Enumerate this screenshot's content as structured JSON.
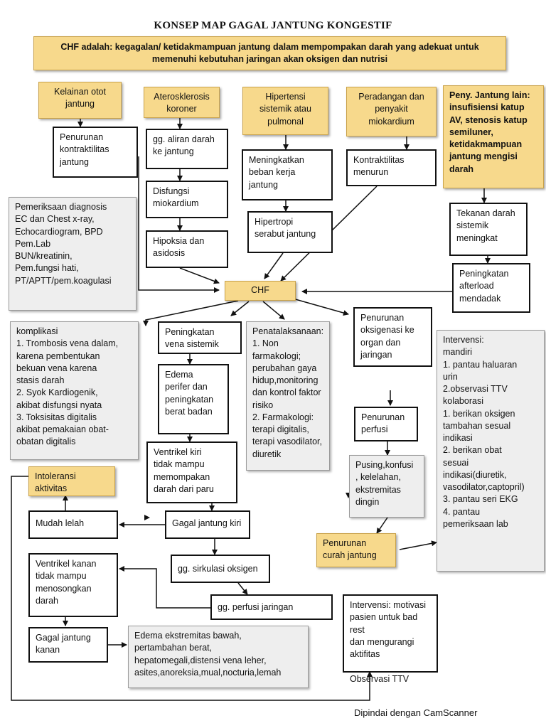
{
  "title": "KONSEP MAP GAGAL JANTUNG KONGESTIF",
  "definition": "CHF adalah: kegagalan/ ketidakmampuan jantung dalam mempompakan darah yang adekuat untuk\nmemenuhi kebutuhan jaringan akan oksigen dan nutrisi",
  "causes": {
    "kelainan_otot": "Kelainan otot\njantung",
    "aterosklerosis": "Aterosklerosis\nkoroner",
    "hipertensi": "Hipertensi\nsistemik atau\npulmonal",
    "peradangan": "Peradangan dan\npenyakit\nmiokardium",
    "peny_lain": "Peny. Jantung lain:\ninsufisiensi katup\nAV, stenosis katup\nsemiluner,\nketidakmampuan\njantung mengisi\ndarah"
  },
  "nodes": {
    "penurunan_kontraktilitas": "Penurunan\nkontraktilitas\njantung",
    "gg_aliran": "gg. aliran darah\nke jantung",
    "disfungsi": "Disfungsi\nmiokardium",
    "hipoksia": "Hipoksia dan\nasidosis",
    "meningkatkan_beban": "Meningkatkan\nbeban kerja\njantung",
    "hipertropi": "Hipertropi\nserabut jantung",
    "kontraktilitas_menurun": "Kontraktilitas\nmenurun",
    "tekanan_darah": "Tekanan darah\nsistemik\nmeningkat",
    "peningkatan_afterload": "Peningkatan\nafterload\nmendadak",
    "chf": "CHF",
    "peningkatan_vena": "Peningkatan\nvena sistemik",
    "edema_perifer": "Edema\nperifer dan\npeningkatan\nberat badan",
    "ventrikel_kiri": "Ventrikel kiri\ntidak mampu\nmemompakan\ndarah dari paru",
    "gagal_kiri": "Gagal jantung kiri",
    "gg_sirkulasi": "gg. sirkulasi oksigen",
    "gg_perfusi": "gg. perfusi jaringan",
    "penurunan_oksigenasi": "Penurunan\noksigenasi ke\norgan dan\njaringan",
    "penurunan_perfusi": "Penurunan\nperfusi",
    "pusing": "Pusing,konfusi\n, kelelahan,\nekstremitas\ndingin",
    "penurunan_curah": "Penurunan\ncurah jantung",
    "intoleransi": "Intoleransi\naktivitas",
    "mudah_lelah": "Mudah lelah",
    "ventrikel_kanan": "Ventrikel kanan\ntidak mampu\nmenosongkan\ndarah",
    "gagal_kanan": "Gagal jantung\nkanan"
  },
  "info": {
    "pemeriksaan": "Pemeriksaan diagnosis\nEC dan Chest x-ray,\nEchocardiogram, BPD\nPem.Lab\nBUN/kreatinin,\nPem.fungsi hati,\nPT/APTT/pem.koagulasi",
    "komplikasi": "komplikasi\n1. Trombosis vena dalam,\nkarena pembentukan\nbekuan vena karena\nstasis darah\n2. Syok Kardiogenik,\nakibat disfungsi nyata\n3. Toksisitas digitalis\nakibat pemakaian obat-\nobatan digitalis",
    "penatalaksanaan": "Penatalaksanaan:\n1. Non\nfarmakologi;\nperubahan gaya\nhidup,monitoring\ndan kontrol faktor\nrisiko\n2. Farmakologi:\nterapi digitalis,\nterapi vasodilator,\ndiuretik",
    "intervensi_utama": "Intervensi:\nmandiri\n1. pantau haluaran\nurin\n2.observasi TTV\nkolaborasi\n1.  berikan oksigen\ntambahan sesual\nindikasi\n2. berikan obat\nsesuai\nindikasi(diuretik,\nvasodilator,captopril)\n3. pantau seri EKG\n4. pantau\npemeriksaan lab",
    "edema_ekstremitas": "Edema ekstremitas bawah,\npertambahan berat,\nhepatomegali,distensi vena leher,\nasites,anoreksia,mual,nocturia,lemah",
    "intervensi_motivasi": "Intervensi: motivasi\npasien untuk bad rest\ndan mengurangi\naktifitas\n\nObservasi  TTV"
  },
  "footer": "Dipindai dengan CamScanner"
}
